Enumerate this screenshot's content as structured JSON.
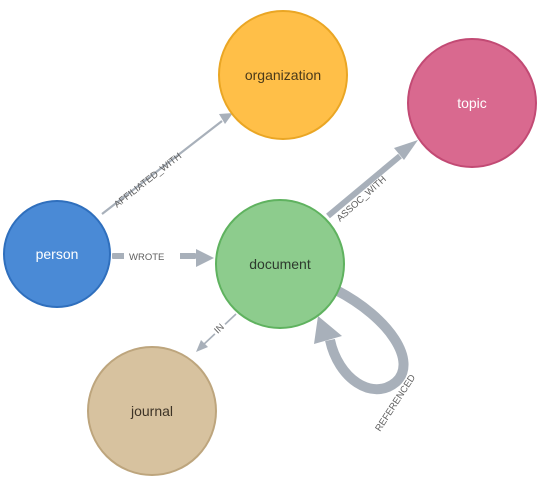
{
  "nodes": {
    "organization": {
      "label": "organization",
      "fill": "#ffbf48",
      "stroke": "#eaa624",
      "text": "#4a3a1a"
    },
    "topic": {
      "label": "topic",
      "fill": "#d9698f",
      "stroke": "#c24a74",
      "text": "#ffffff"
    },
    "person": {
      "label": "person",
      "fill": "#4a8ad6",
      "stroke": "#2f6fbd",
      "text": "#ffffff"
    },
    "document": {
      "label": "document",
      "fill": "#8dcc8d",
      "stroke": "#5fb25f",
      "text": "#2e3a2e"
    },
    "journal": {
      "label": "journal",
      "fill": "#d7c29f",
      "stroke": "#bda57d",
      "text": "#3d3326"
    }
  },
  "edges": {
    "affiliated_with": {
      "label": "AFFILIATED_WITH"
    },
    "wrote": {
      "label": "WROTE"
    },
    "assoc_with": {
      "label": "ASSOC_WITH"
    },
    "in": {
      "label": "IN"
    },
    "referenced": {
      "label": "REFERENCED"
    }
  },
  "colors": {
    "edge": "#a8b0ba",
    "background": "#ffffff"
  }
}
